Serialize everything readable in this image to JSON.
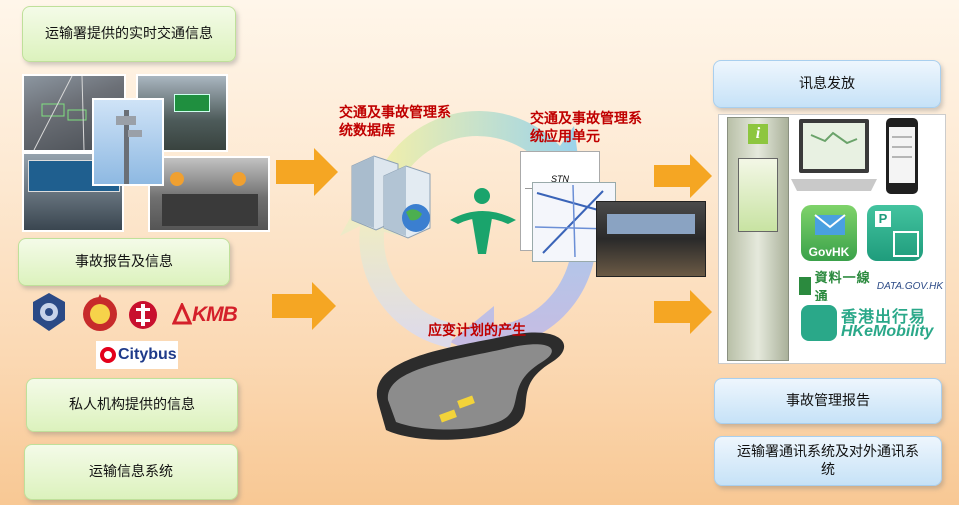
{
  "left": {
    "realtime_info": "运输署提供的实时交通信息",
    "incident_report": "事故报告及信息",
    "private_info": "私人机构提供的信息",
    "transport_system": "运输信息系统"
  },
  "center": {
    "database_label": "交通及事故管理系统数据库",
    "app_unit_label": "交通及事故管理系统应用单元",
    "contingency_label": "应变计划的产生",
    "stn_text": "STN"
  },
  "right": {
    "dissemination": "讯息发放",
    "incident_report": "事故管理报告",
    "comm_system": "运输署通讯系统及对外通讯系统",
    "govhk": "GovHK",
    "datagovhk_cn": "資料一線通",
    "datagovhk_en": "DATA.GOV.HK",
    "hkemobility_cn": "香港出行易",
    "hkemobility_en": "HKeMobility"
  },
  "logos": {
    "kmb": "KMB",
    "citybus": "Citybus"
  },
  "colors": {
    "arrow_orange": "#f5a623",
    "label_red": "#c00000",
    "green_box": "#dcf2bd",
    "blue_box": "#c6e2f7"
  }
}
